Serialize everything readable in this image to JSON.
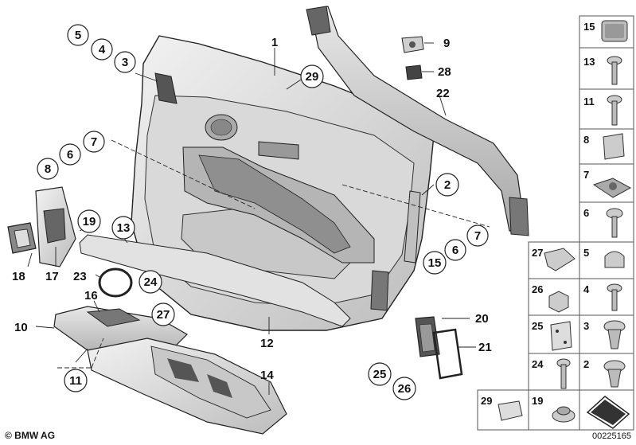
{
  "diagram": {
    "callouts": [
      {
        "id": "c1",
        "text": "1",
        "circled": false
      },
      {
        "id": "c29a",
        "text": "29",
        "circled": true
      },
      {
        "id": "c5a",
        "text": "5",
        "circled": true
      },
      {
        "id": "c4a",
        "text": "4",
        "circled": true
      },
      {
        "id": "c3a",
        "text": "3",
        "circled": true
      },
      {
        "id": "c7a",
        "text": "7",
        "circled": true
      },
      {
        "id": "c6a",
        "text": "6",
        "circled": true
      },
      {
        "id": "c8a",
        "text": "8",
        "circled": true
      },
      {
        "id": "c9",
        "text": "9",
        "circled": false
      },
      {
        "id": "c28",
        "text": "28",
        "circled": false
      },
      {
        "id": "c22",
        "text": "22",
        "circled": false
      },
      {
        "id": "c2a",
        "text": "2",
        "circled": true
      },
      {
        "id": "c7b",
        "text": "7",
        "circled": true
      },
      {
        "id": "c6b",
        "text": "6",
        "circled": true
      },
      {
        "id": "c15a",
        "text": "15",
        "circled": true
      },
      {
        "id": "c19a",
        "text": "19",
        "circled": true
      },
      {
        "id": "c13a",
        "text": "13",
        "circled": true
      },
      {
        "id": "c18",
        "text": "18",
        "circled": false
      },
      {
        "id": "c17",
        "text": "17",
        "circled": false
      },
      {
        "id": "c23",
        "text": "23",
        "circled": false
      },
      {
        "id": "c24a",
        "text": "24",
        "circled": true
      },
      {
        "id": "c16",
        "text": "16",
        "circled": false
      },
      {
        "id": "c27a",
        "text": "27",
        "circled": true
      },
      {
        "id": "c10",
        "text": "10",
        "circled": false
      },
      {
        "id": "c11a",
        "text": "11",
        "circled": true
      },
      {
        "id": "c12",
        "text": "12",
        "circled": false
      },
      {
        "id": "c14",
        "text": "14",
        "circled": false
      },
      {
        "id": "c20",
        "text": "20",
        "circled": false
      },
      {
        "id": "c21",
        "text": "21",
        "circled": false
      },
      {
        "id": "c25a",
        "text": "25",
        "circled": true
      },
      {
        "id": "c26a",
        "text": "26",
        "circled": true
      }
    ],
    "parts_panel": [
      {
        "text": "15",
        "icon": "trim-clip-pad-icon"
      },
      {
        "text": "13",
        "icon": "screw-icon"
      },
      {
        "text": "11",
        "icon": "screw-icon"
      },
      {
        "text": "8",
        "icon": "plug-cover-icon"
      },
      {
        "text": "7",
        "icon": "nut-clip-icon"
      },
      {
        "text": "6",
        "icon": "screw-icon"
      },
      {
        "text": "27",
        "icon": "bracket-clip-icon"
      },
      {
        "text": "5",
        "icon": "cap-icon"
      },
      {
        "text": "26",
        "icon": "hex-nut-icon"
      },
      {
        "text": "4",
        "icon": "screw-icon"
      },
      {
        "text": "25",
        "icon": "plate-clip-icon"
      },
      {
        "text": "3",
        "icon": "expanding-rivet-icon"
      },
      {
        "text": "24",
        "icon": "bolt-icon"
      },
      {
        "text": "2",
        "icon": "expanding-rivet-icon"
      },
      {
        "text": "29",
        "icon": "clip-icon"
      },
      {
        "text": "19",
        "icon": "flange-nut-icon"
      },
      {
        "text": "",
        "icon": "gasket-wedge-icon"
      }
    ],
    "copyright": "© BMW AG",
    "image_id": "00225165"
  }
}
